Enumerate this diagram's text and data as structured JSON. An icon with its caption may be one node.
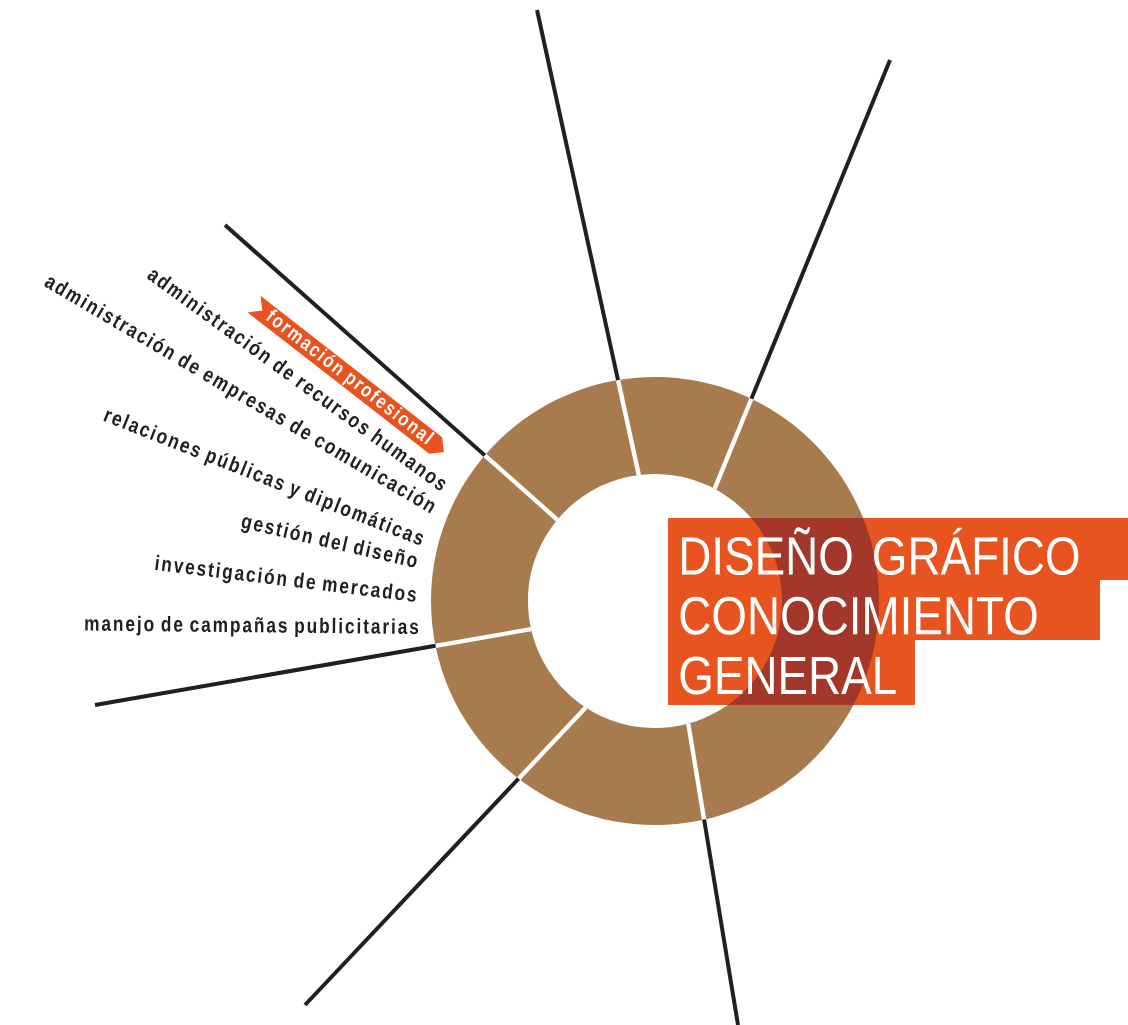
{
  "diagram": {
    "nodes": [
      {
        "text": [
          "DISEÑO GRÁFICO CONOCIMIENTO GENERAL"
        ]
      },
      {
        "text": [
          "formación profesional"
        ]
      }
    ],
    "edges": [],
    "labels": [
      "administración de recursos humanos",
      "administración de empresas de comunicación",
      "relaciones públicas y diplomáticas",
      "gestión del diseño",
      "investigación de mercados",
      "manejo de campañas publicitarias"
    ]
  }
}
